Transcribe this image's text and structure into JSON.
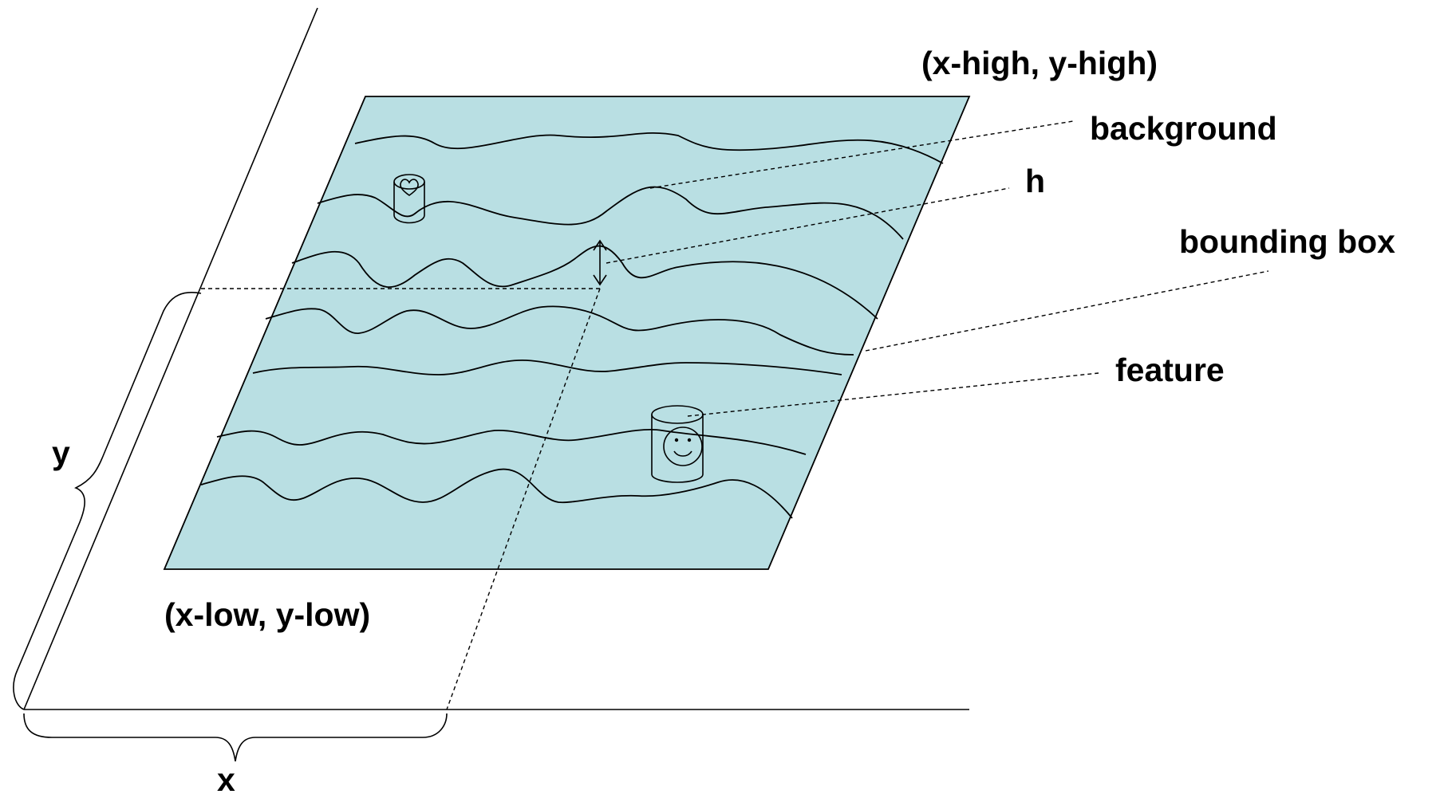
{
  "labels": {
    "corner_high": "(x-high, y-high)",
    "corner_low": "(x-low, y-low)",
    "background": "background",
    "h": "h",
    "bounding_box": "bounding box",
    "feature": "feature",
    "axis_x": "x",
    "axis_y": "y"
  },
  "colors": {
    "plane_fill": "#b9dfe3",
    "line": "#000000"
  },
  "icons": [
    "heart-icon",
    "smiley-icon"
  ]
}
